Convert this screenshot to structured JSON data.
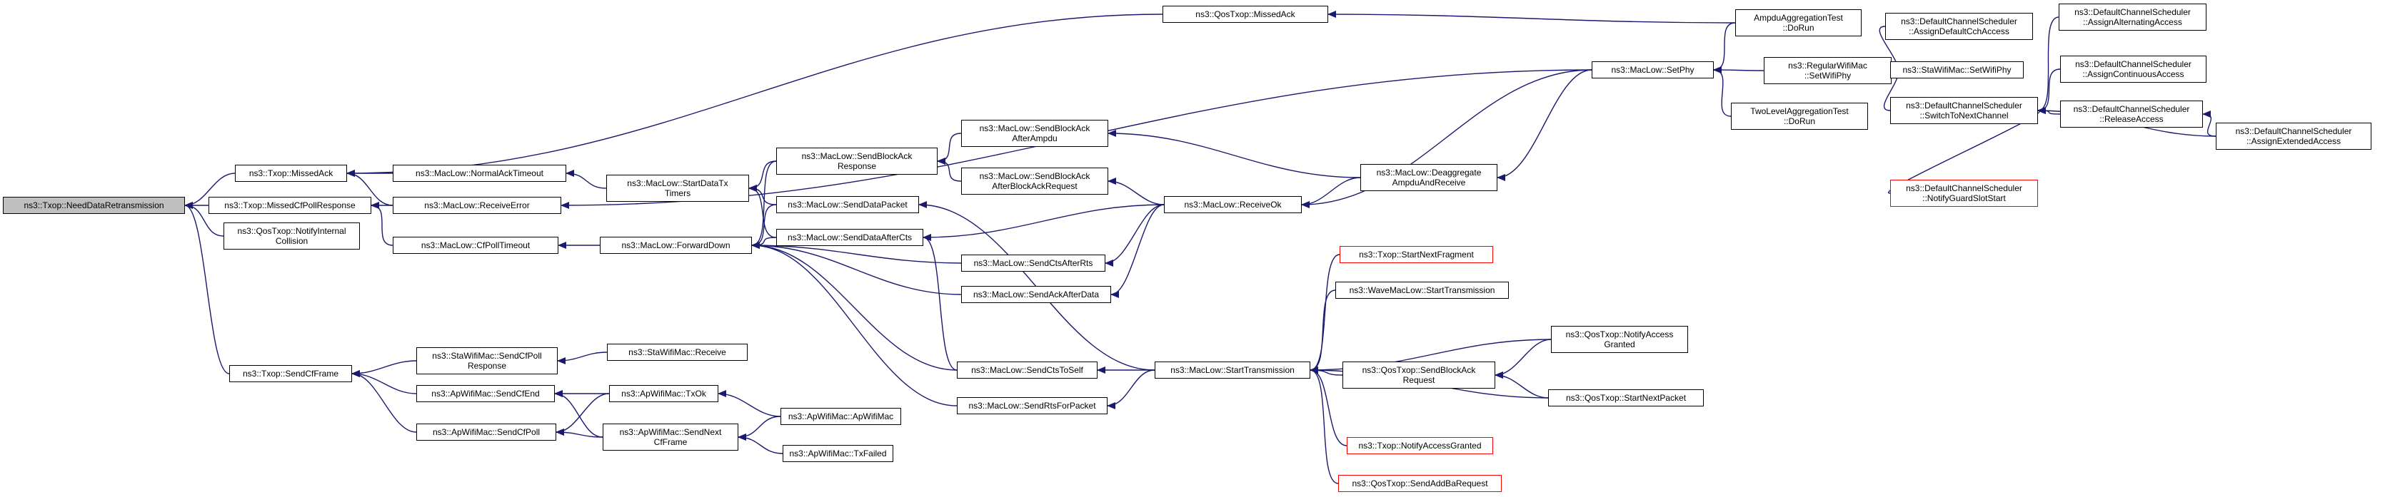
{
  "diagram": {
    "colors": {
      "edge": "#191970",
      "node_border": "#000000",
      "root_fill": "#bfbfbf",
      "undocumented_border": "#ff0000"
    },
    "nodes": {
      "n0": {
        "label": "ns3::Txop::NeedDataRetransmission",
        "style": "root"
      },
      "n1": {
        "label": "ns3::Txop::MissedAck"
      },
      "n2": {
        "label": "ns3::Txop::MissedCfPollResponse"
      },
      "n3": {
        "label": "ns3::QosTxop::NotifyInternal\nCollision"
      },
      "n4": {
        "label": "ns3::Txop::SendCfFrame"
      },
      "n5": {
        "label": "ns3::QosTxop::MissedAck"
      },
      "n6": {
        "label": "ns3::MacLow::NormalAckTimeout"
      },
      "n7": {
        "label": "ns3::MacLow::ReceiveError"
      },
      "n8": {
        "label": "ns3::MacLow::CfPollTimeout"
      },
      "n9": {
        "label": "ns3::StaWifiMac::SendCfPoll\nResponse"
      },
      "n10": {
        "label": "ns3::ApWifiMac::SendCfEnd"
      },
      "n11": {
        "label": "ns3::ApWifiMac::SendCfPoll"
      },
      "n12": {
        "label": "ns3::MacLow::StartDataTx\nTimers"
      },
      "n13": {
        "label": "ns3::MacLow::ForwardDown"
      },
      "n14": {
        "label": "ns3::StaWifiMac::Receive"
      },
      "n15": {
        "label": "ns3::ApWifiMac::TxOk"
      },
      "n16": {
        "label": "ns3::ApWifiMac::SendNext\nCfFrame"
      },
      "n17": {
        "label": "ns3::MacLow::SendBlockAck\nResponse"
      },
      "n18": {
        "label": "ns3::MacLow::SendDataPacket"
      },
      "n19": {
        "label": "ns3::MacLow::SendDataAfterCts"
      },
      "n20": {
        "label": "ns3::MacLow::SendCtsToSelf"
      },
      "n21": {
        "label": "ns3::MacLow::SendRtsForPacket"
      },
      "n22": {
        "label": "ns3::ApWifiMac::ApWifiMac"
      },
      "n23": {
        "label": "ns3::ApWifiMac::TxFailed"
      },
      "n24": {
        "label": "ns3::MacLow::SendBlockAck\nAfterAmpdu"
      },
      "n25": {
        "label": "ns3::MacLow::SendBlockAck\nAfterBlockAckRequest"
      },
      "n26": {
        "label": "ns3::MacLow::SendCtsAfterRts"
      },
      "n27": {
        "label": "ns3::MacLow::SendAckAfterData"
      },
      "n28": {
        "label": "ns3::MacLow::StartTransmission"
      },
      "n29": {
        "label": "ns3::MacLow::ReceiveOk"
      },
      "n30": {
        "label": "ns3::MacLow::Deaggregate\nAmpduAndReceive"
      },
      "n31": {
        "label": "ns3::MacLow::SetPhy"
      },
      "n32": {
        "label": "ns3::Txop::StartNextFragment",
        "style": "red"
      },
      "n33": {
        "label": "ns3::WaveMacLow::StartTransmission"
      },
      "n34": {
        "label": "ns3::QosTxop::SendBlockAck\nRequest"
      },
      "n35": {
        "label": "ns3::Txop::NotifyAccessGranted",
        "style": "red"
      },
      "n36": {
        "label": "ns3::QosTxop::SendAddBaRequest",
        "style": "red"
      },
      "n37": {
        "label": "AmpduAggregationTest\n::DoRun"
      },
      "n38": {
        "label": "ns3::RegularWifiMac\n::SetWifiPhy"
      },
      "n39": {
        "label": "TwoLevelAggregationTest\n::DoRun"
      },
      "n40": {
        "label": "ns3::QosTxop::NotifyAccess\nGranted"
      },
      "n41": {
        "label": "ns3::QosTxop::StartNextPacket"
      },
      "n42": {
        "label": "ns3::DefaultChannelScheduler\n::AssignDefaultCchAccess"
      },
      "n43": {
        "label": "ns3::StaWifiMac::SetWifiPhy"
      },
      "n44": {
        "label": "ns3::DefaultChannelScheduler\n::SwitchToNextChannel"
      },
      "n45": {
        "label": "ns3::DefaultChannelScheduler\n::AssignAlternatingAccess"
      },
      "n46": {
        "label": "ns3::DefaultChannelScheduler\n::AssignContinuousAccess"
      },
      "n47": {
        "label": "ns3::DefaultChannelScheduler\n::ReleaseAccess"
      },
      "n48": {
        "label": "ns3::DefaultChannelScheduler\n::NotifyGuardSlotStart",
        "style": "red"
      },
      "n49": {
        "label": "ns3::DefaultChannelScheduler\n::AssignExtendedAccess"
      }
    },
    "edges": [
      [
        "n1",
        "n0"
      ],
      [
        "n2",
        "n0"
      ],
      [
        "n3",
        "n0"
      ],
      [
        "n4",
        "n0"
      ],
      [
        "n5",
        "n1"
      ],
      [
        "n6",
        "n1"
      ],
      [
        "n7",
        "n1"
      ],
      [
        "n7",
        "n2"
      ],
      [
        "n8",
        "n2"
      ],
      [
        "n9",
        "n4"
      ],
      [
        "n10",
        "n4"
      ],
      [
        "n11",
        "n4"
      ],
      [
        "n37",
        "n5"
      ],
      [
        "n12",
        "n6"
      ],
      [
        "n31",
        "n7"
      ],
      [
        "n13",
        "n8"
      ],
      [
        "n14",
        "n9"
      ],
      [
        "n15",
        "n10"
      ],
      [
        "n16",
        "n10"
      ],
      [
        "n15",
        "n11"
      ],
      [
        "n16",
        "n11"
      ],
      [
        "n17",
        "n12"
      ],
      [
        "n18",
        "n12"
      ],
      [
        "n19",
        "n12"
      ],
      [
        "n17",
        "n13"
      ],
      [
        "n18",
        "n13"
      ],
      [
        "n19",
        "n13"
      ],
      [
        "n26",
        "n13"
      ],
      [
        "n27",
        "n13"
      ],
      [
        "n20",
        "n13"
      ],
      [
        "n21",
        "n13"
      ],
      [
        "n22",
        "n15"
      ],
      [
        "n22",
        "n16"
      ],
      [
        "n23",
        "n16"
      ],
      [
        "n24",
        "n17"
      ],
      [
        "n25",
        "n17"
      ],
      [
        "n28",
        "n18"
      ],
      [
        "n20",
        "n19"
      ],
      [
        "n29",
        "n19"
      ],
      [
        "n28",
        "n20"
      ],
      [
        "n28",
        "n21"
      ],
      [
        "n30",
        "n24"
      ],
      [
        "n29",
        "n25"
      ],
      [
        "n29",
        "n26"
      ],
      [
        "n29",
        "n27"
      ],
      [
        "n32",
        "n28"
      ],
      [
        "n33",
        "n28"
      ],
      [
        "n34",
        "n28"
      ],
      [
        "n35",
        "n28"
      ],
      [
        "n36",
        "n28"
      ],
      [
        "n40",
        "n28"
      ],
      [
        "n41",
        "n28"
      ],
      [
        "n31",
        "n29"
      ],
      [
        "n30",
        "n29"
      ],
      [
        "n31",
        "n30"
      ],
      [
        "n37",
        "n31"
      ],
      [
        "n38",
        "n31"
      ],
      [
        "n39",
        "n31"
      ],
      [
        "n40",
        "n34"
      ],
      [
        "n41",
        "n34"
      ],
      [
        "n42",
        "n38"
      ],
      [
        "n43",
        "n38"
      ],
      [
        "n44",
        "n38"
      ],
      [
        "n45",
        "n44"
      ],
      [
        "n46",
        "n44"
      ],
      [
        "n47",
        "n44"
      ],
      [
        "n48",
        "n44"
      ],
      [
        "n49",
        "n44"
      ],
      [
        "n49",
        "n47"
      ]
    ]
  }
}
